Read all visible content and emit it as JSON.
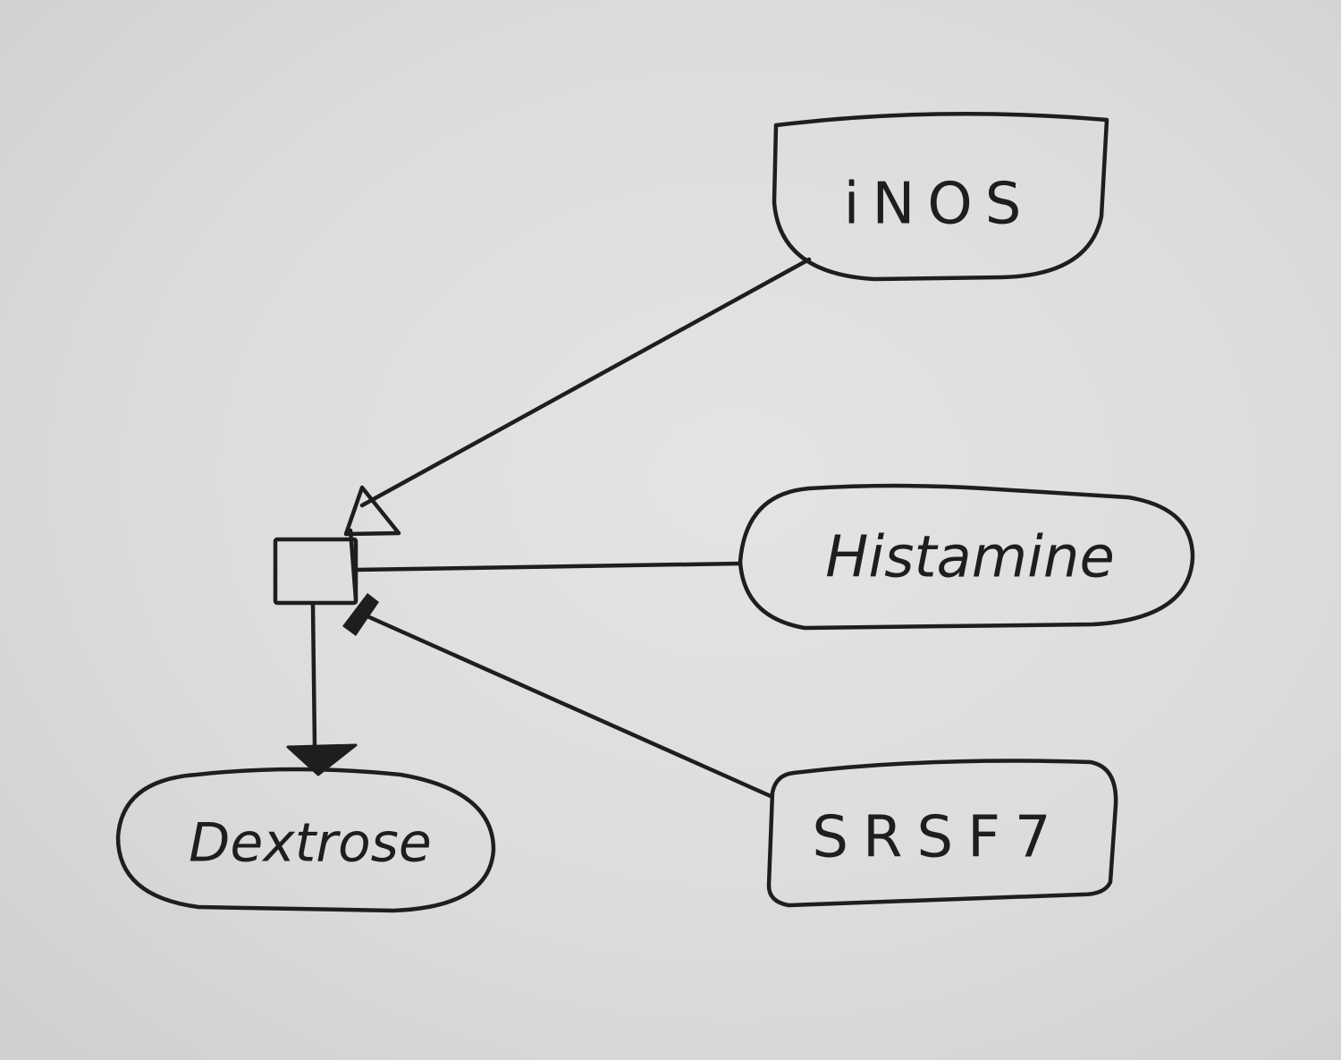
{
  "diagram": {
    "nodes": {
      "inos": {
        "label": "iNOS",
        "shape": "rounded-rect-bottom"
      },
      "histamine": {
        "label": "Histamine",
        "shape": "stadium"
      },
      "srsf7": {
        "label": "SRSF7",
        "shape": "rounded-rect"
      },
      "dextrose": {
        "label": "Dextrose",
        "shape": "stadium"
      },
      "process": {
        "label": "",
        "shape": "rect"
      }
    },
    "edges": [
      {
        "from": "inos",
        "to": "process",
        "type": "stimulation",
        "arrowhead": "open-triangle"
      },
      {
        "from": "histamine",
        "to": "process",
        "type": "association",
        "arrowhead": "none"
      },
      {
        "from": "srsf7",
        "to": "process",
        "type": "inhibition",
        "arrowhead": "bar"
      },
      {
        "from": "process",
        "to": "dextrose",
        "type": "production",
        "arrowhead": "filled-triangle"
      }
    ]
  }
}
